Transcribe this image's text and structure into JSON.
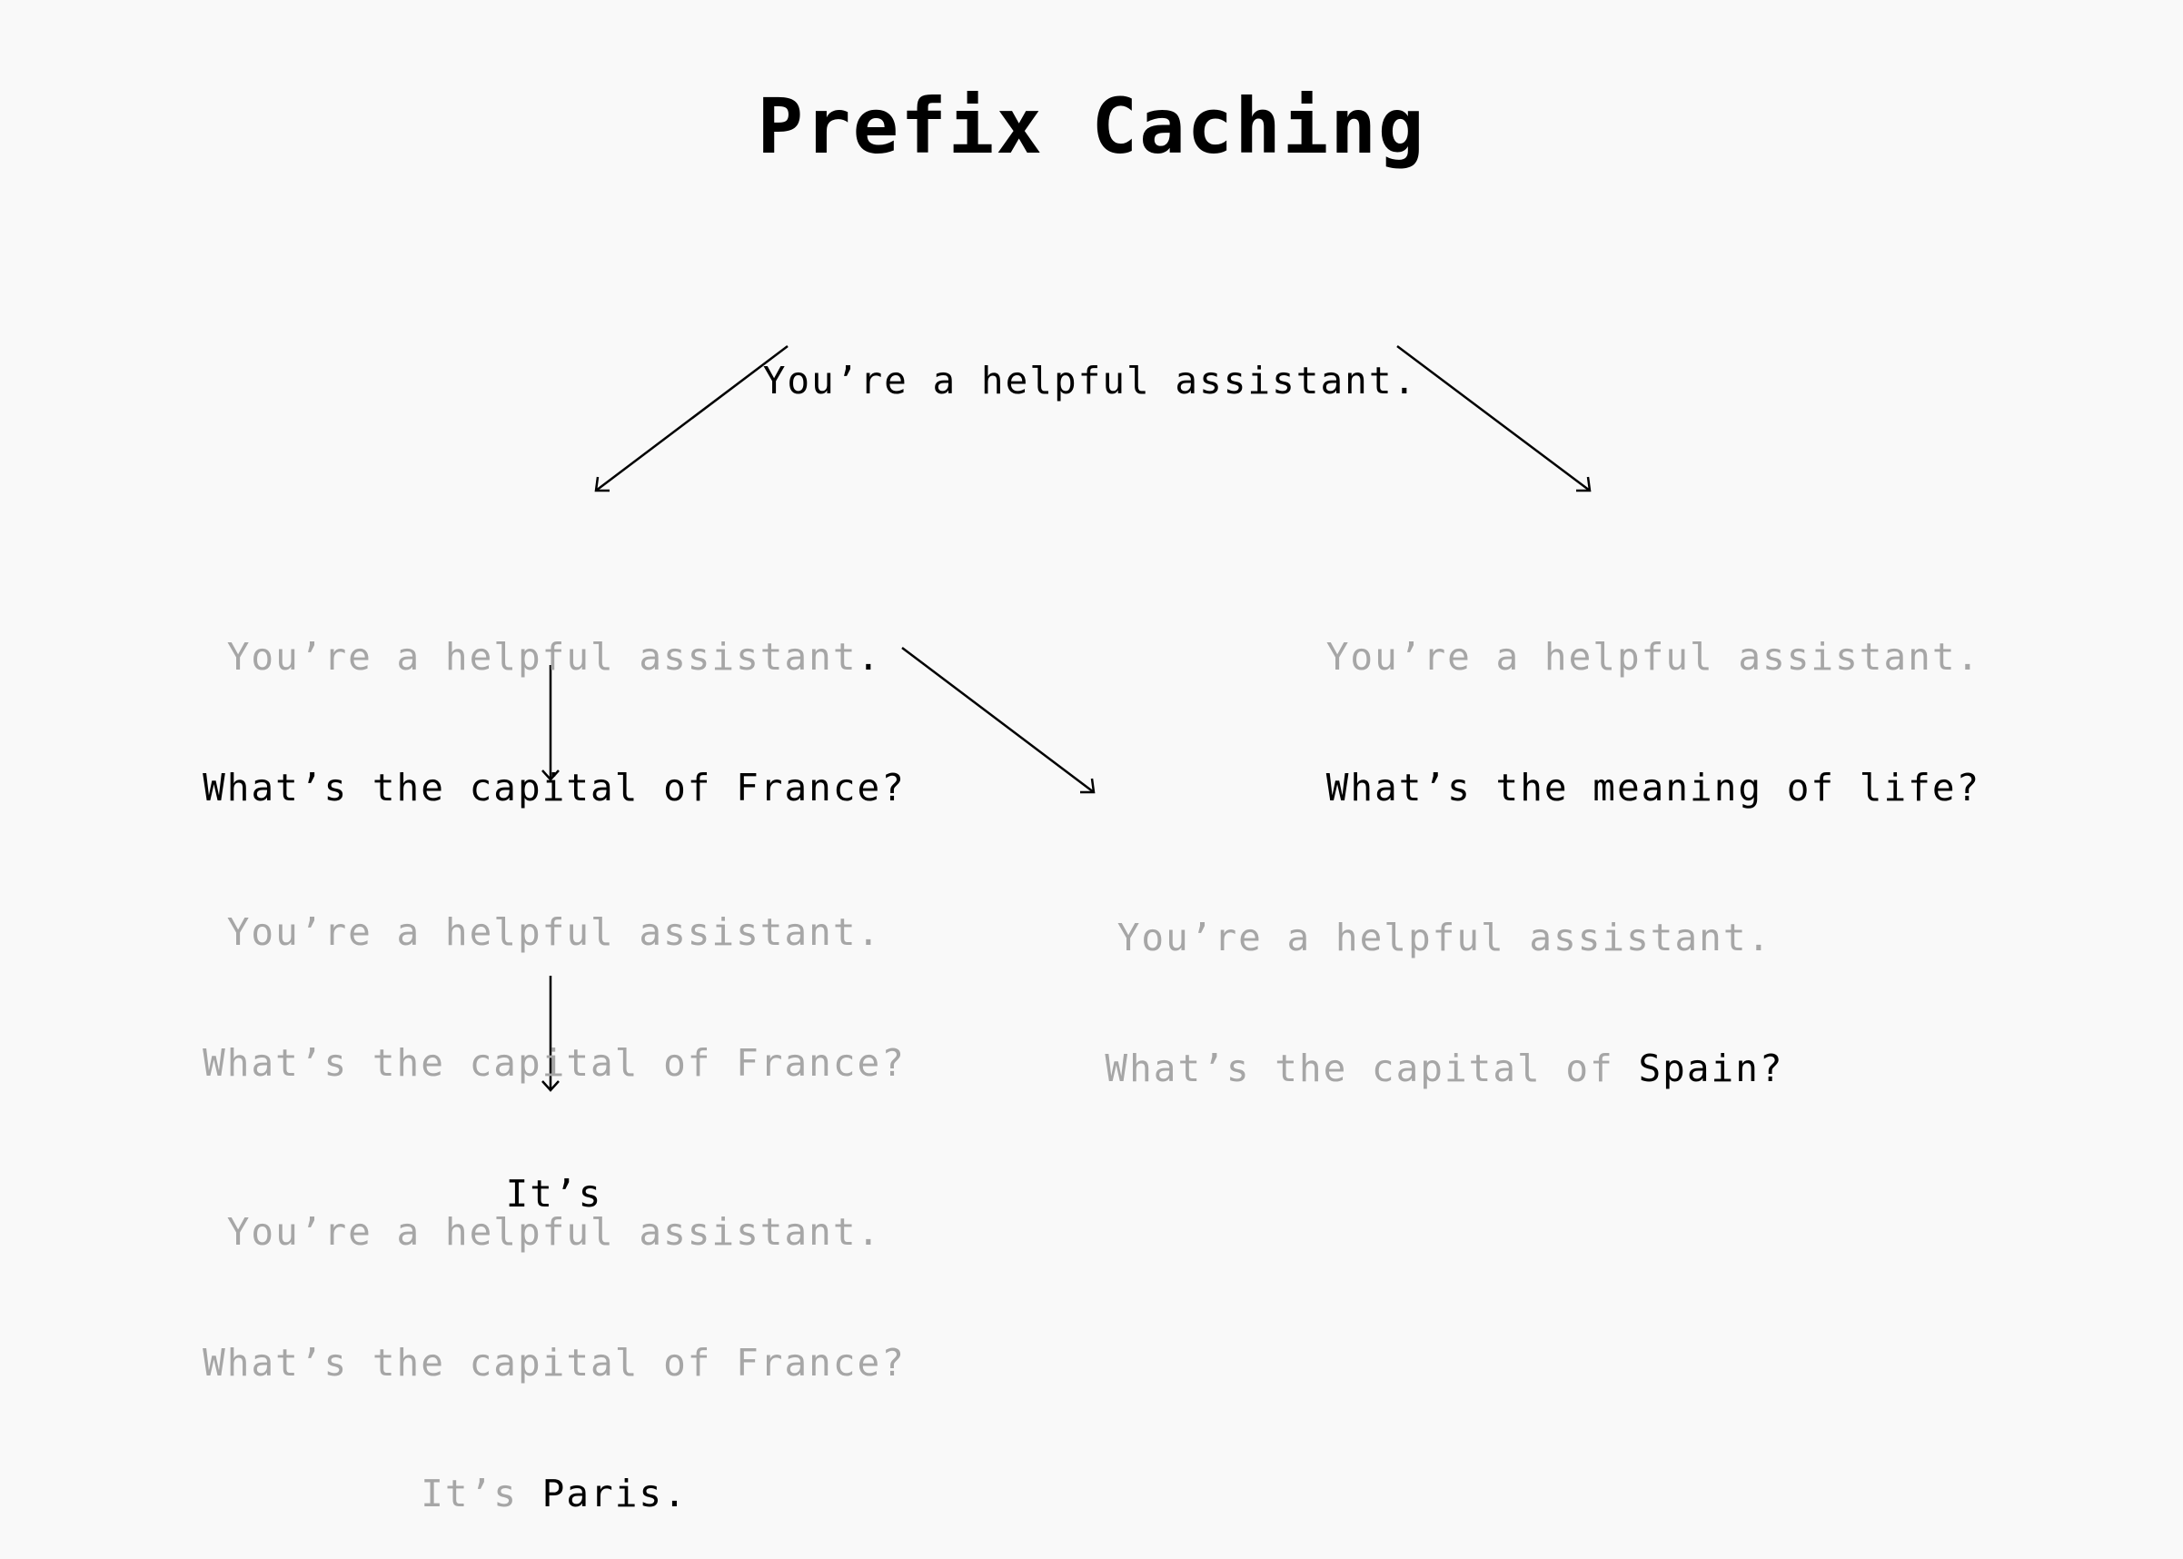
{
  "title": "Prefix Caching",
  "nodes": {
    "root": {
      "line1": "You’re a helpful assistant."
    },
    "france": {
      "line1_cached": "You’re a helpful assistant",
      "line1_new": ".",
      "line2_new": "What’s the capital of France?"
    },
    "life": {
      "line1_cached": "You’re a helpful assistant.",
      "line2_new": "What’s the meaning of life?"
    },
    "its": {
      "line1_cached": "You’re a helpful assistant.",
      "line2_cached": "What’s the capital of France?",
      "line3_new": "It’s"
    },
    "spain": {
      "line1_cached": "You’re a helpful assistant.",
      "line2_cached": "What’s the capital of ",
      "line2_new": "Spain?"
    },
    "paris": {
      "line1_cached": "You’re a helpful assistant.",
      "line2_cached": "What’s the capital of France?",
      "line3_cached": "It’s ",
      "line3_new": "Paris."
    }
  },
  "colors": {
    "background": "#f9f9f9",
    "new_text": "#000000",
    "cached_text": "#a6a6a6",
    "arrow": "#000000"
  }
}
